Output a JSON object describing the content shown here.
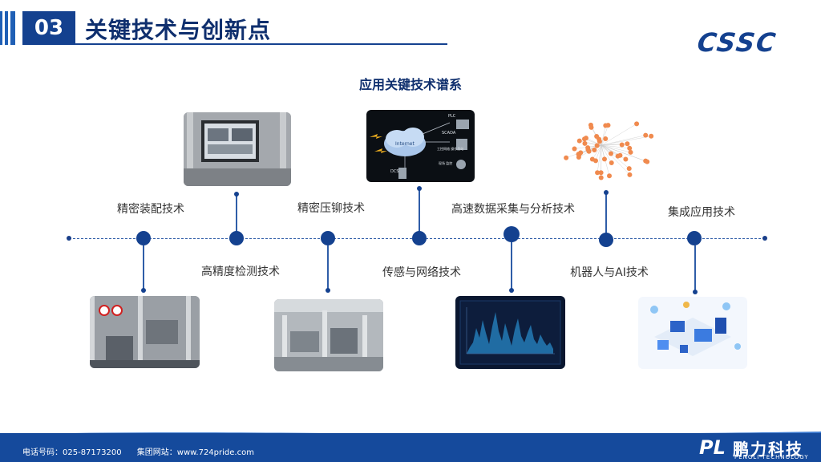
{
  "header": {
    "section_number": "03",
    "title": "关键技术与创新点",
    "logo_text": "CSSC"
  },
  "subtitle": "应用关键技术谱系",
  "technologies": [
    {
      "label": "精密装配技术"
    },
    {
      "label": "高精度检测技术"
    },
    {
      "label": "精密压铆技术"
    },
    {
      "label": "传感与网络技术"
    },
    {
      "label": "高速数据采集与分析技术"
    },
    {
      "label": "机器人与AI技术"
    },
    {
      "label": "集成应用技术"
    }
  ],
  "network_diagram": {
    "nodes": [
      "PLC",
      "SCADA",
      "Internet",
      "工控网络 操作员站",
      "DCS",
      "现场 监控"
    ]
  },
  "footer": {
    "phone": "电话号码：025-87173200",
    "website": "集团网站：www.724pride.com",
    "brand_mark": "PL",
    "brand_cn": "鹏力科技",
    "brand_en": "PENGLI TECHNOLOGY"
  },
  "colors": {
    "primary": "#14418f",
    "accent": "#1f5fb5",
    "footer": "#154a9c"
  }
}
